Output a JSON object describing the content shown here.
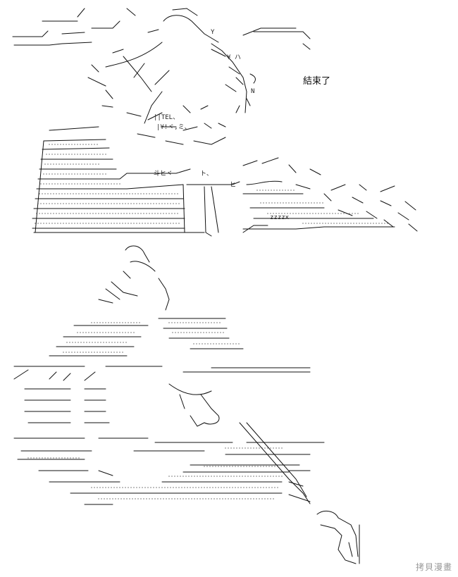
{
  "caption": "結束了",
  "labels": {
    "tel": "||TEL、",
    "yen": "|¥!ヾ,ミ、",
    "dou": "斗ヒヾ",
    "to": "ト、",
    "hi": "ヒ",
    "zzz": "zzzzx",
    "y_yen": "¥ ハ",
    "n": "N",
    "y_top": "Y"
  },
  "watermark": "拷貝漫畫",
  "colors": {
    "ink": "#111111",
    "background": "#ffffff",
    "watermark": "#9a9a9a"
  }
}
